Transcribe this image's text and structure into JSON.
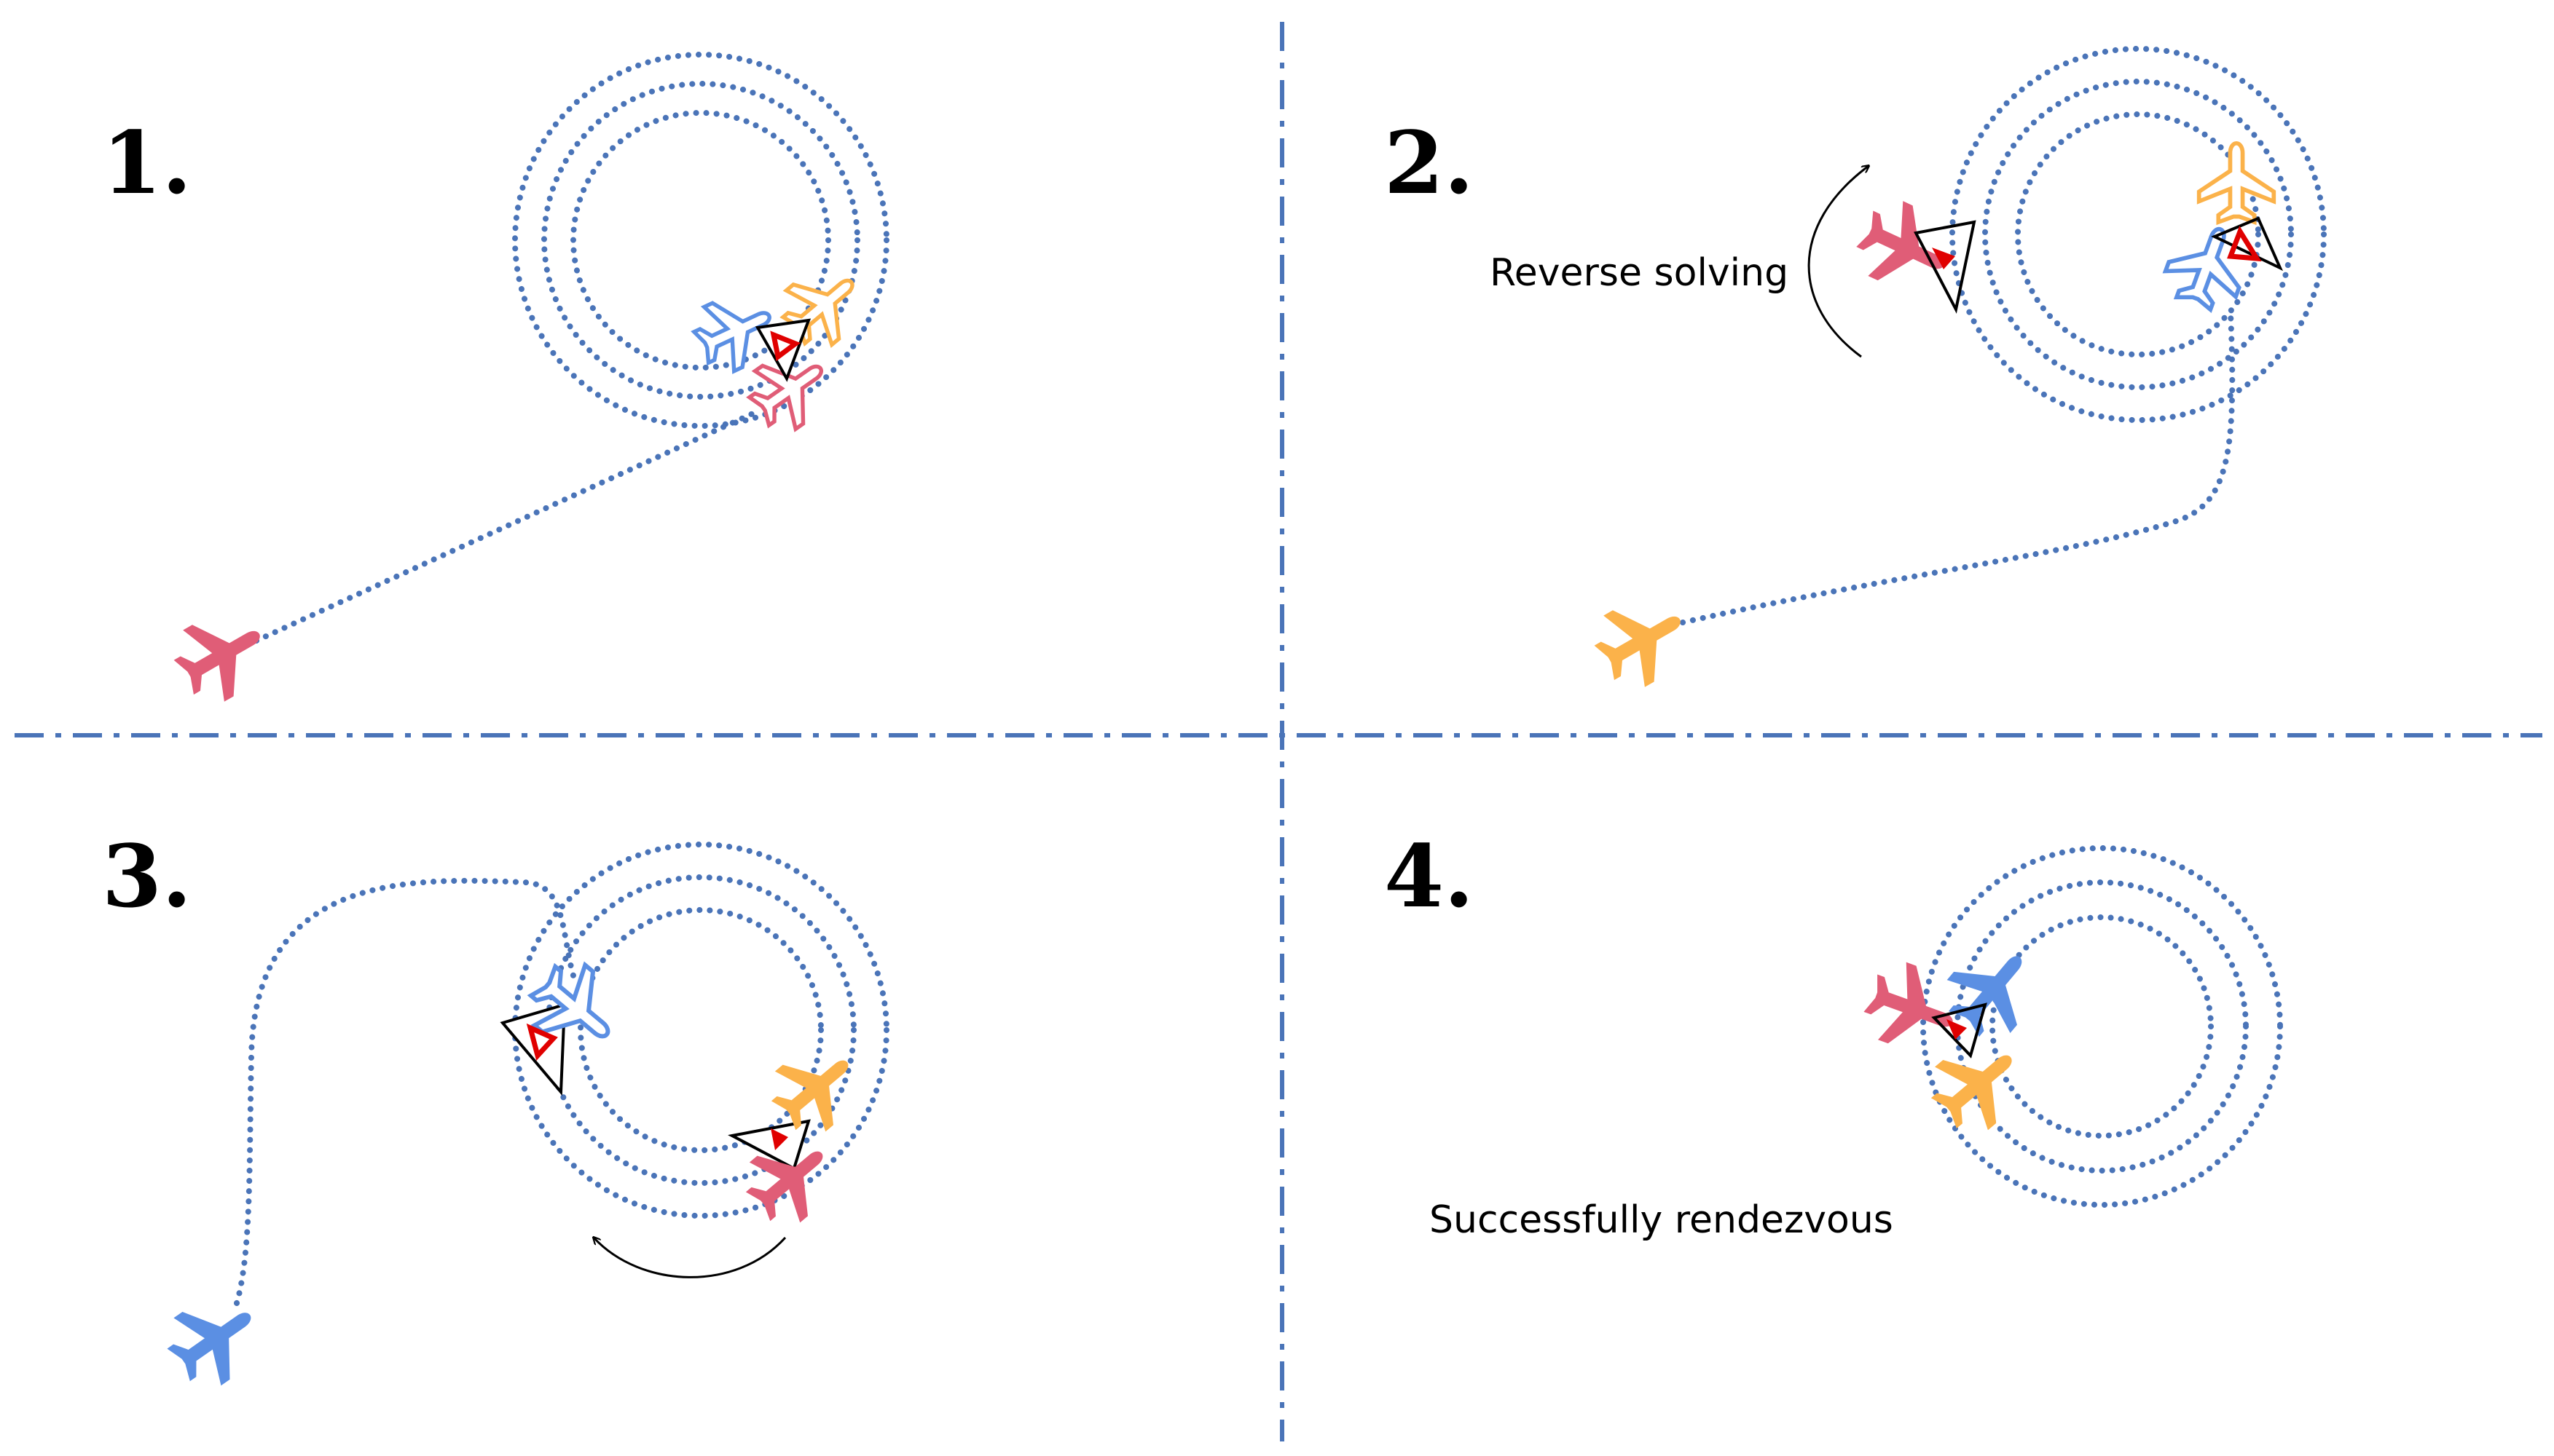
{
  "colors": {
    "dotted_path": "#4a74b8",
    "divider": "#4a74b8",
    "red_aircraft": "#e05d77",
    "blue_aircraft": "#5b8fe3",
    "yellow_aircraft": "#fbb24a",
    "target_marker": "#e00000",
    "outline": "#000000"
  },
  "panels": [
    {
      "id": "1",
      "number": "1.",
      "caption": ""
    },
    {
      "id": "2",
      "number": "2.",
      "caption": "Reverse solving"
    },
    {
      "id": "3",
      "number": "3.",
      "caption": ""
    },
    {
      "id": "4",
      "number": "4.",
      "caption": "Successfully rendezvous"
    }
  ],
  "icons": {
    "aircraft": "airplane-icon",
    "target": "target-marker-icon",
    "formation": "formation-triangle-icon",
    "motion": "curved-arrow-icon"
  }
}
